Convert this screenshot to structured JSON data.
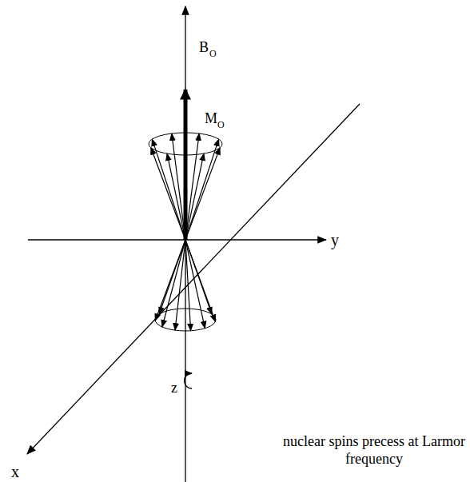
{
  "diagram": {
    "labels": [
      "B",
      "O",
      "M",
      "O",
      "y",
      "x",
      "z",
      "nuclear spins precess at Larmor frequency"
    ]
  }
}
